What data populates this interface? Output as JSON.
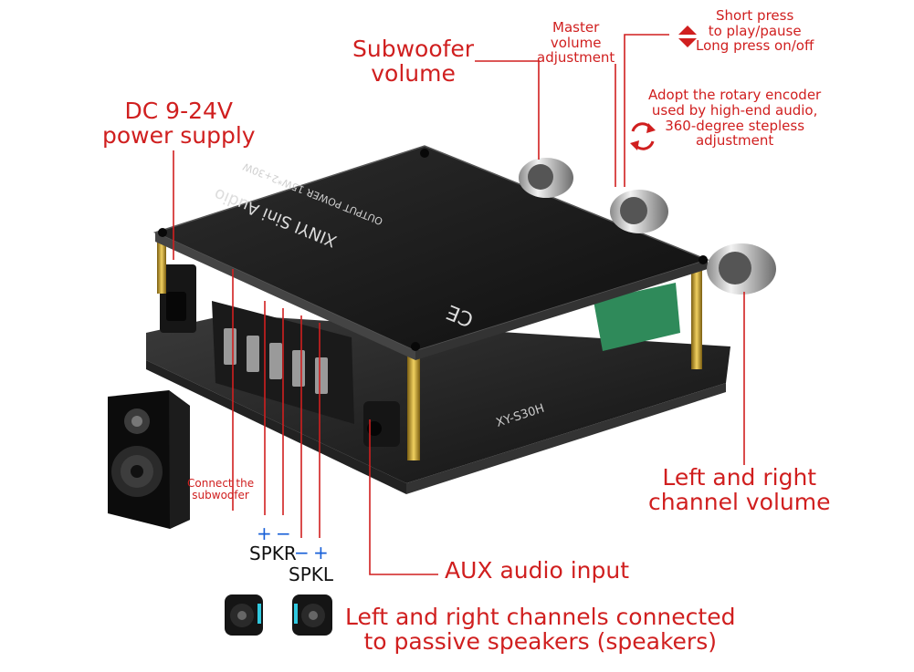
{
  "labels": {
    "subwoofer_volume": [
      "Subwoofer",
      "volume"
    ],
    "master_volume": [
      "Master",
      "volume",
      "adjustment"
    ],
    "press": [
      "Short press",
      "to play/pause",
      "Long press on/off"
    ],
    "rotary": [
      "Adopt the rotary encoder",
      "used by high-end audio,",
      "360-degree stepless",
      "adjustment"
    ],
    "dc_power": [
      "DC 9-24V",
      "power supply"
    ],
    "connect_subwoofer": [
      "Connect the",
      "subwoofer"
    ],
    "left_right_volume": [
      "Left and right",
      "channel volume"
    ],
    "aux_input": "AUX audio input",
    "passive_speakers": [
      "Left and right channels connected",
      "to passive speakers (speakers)"
    ],
    "spkr": "SPKR",
    "spkl": "SPKL",
    "plus": "+",
    "minus": "−"
  },
  "board": {
    "title": "XINYI Sini Audio",
    "model": "XY-S30H",
    "power_text": "OUTPUT POWER 15W*2+30W",
    "ce": "CE"
  },
  "colors": {
    "accent": "#d01f1f",
    "polarity": "#1860d8"
  }
}
